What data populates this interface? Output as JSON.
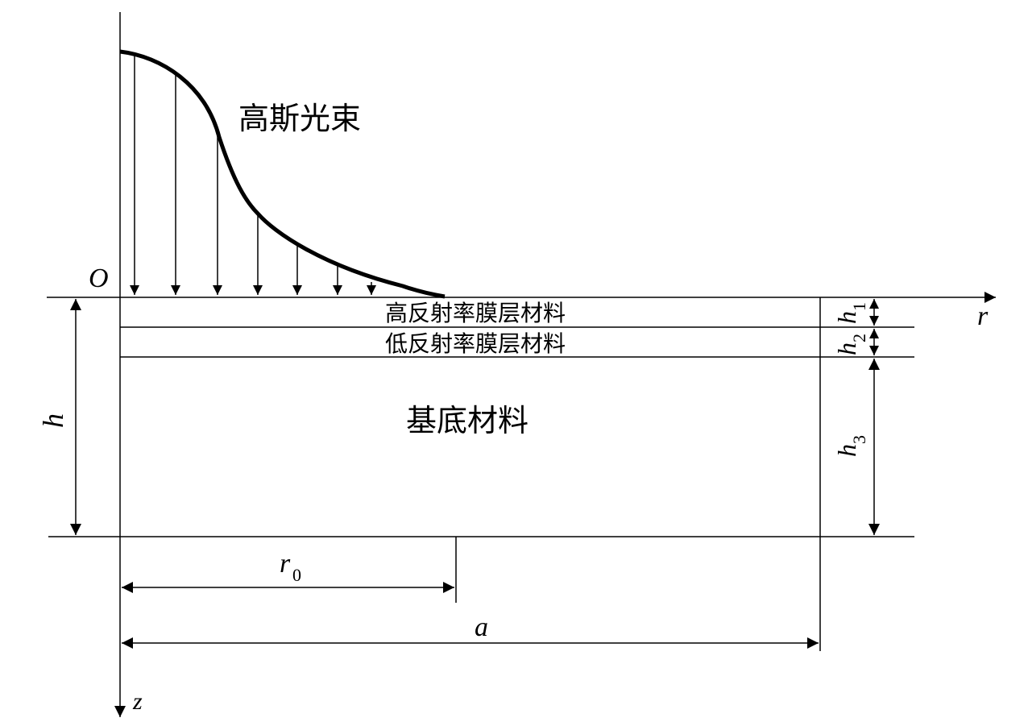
{
  "labels": {
    "beam": "高斯光束",
    "layer_high": "高反射率膜层材料",
    "layer_low": "低反射率膜层材料",
    "substrate": "基底材料",
    "origin": "O",
    "axis_r": "r",
    "axis_z": "z",
    "h": "h",
    "h1_main": "h",
    "h1_sub": "1",
    "h2_main": "h",
    "h2_sub": "2",
    "h3_main": "h",
    "h3_sub": "3",
    "r0_main": "r",
    "r0_sub": "0",
    "a": "a"
  }
}
